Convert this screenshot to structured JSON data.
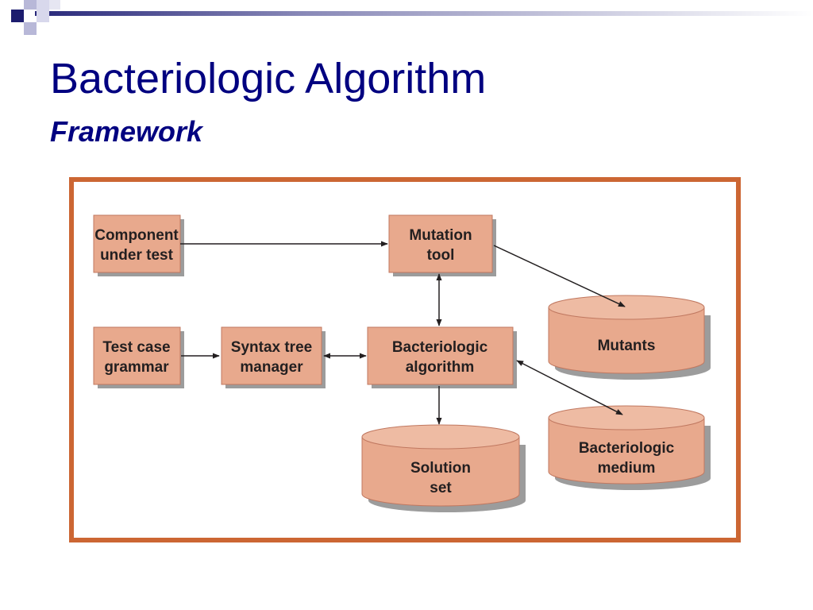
{
  "slide": {
    "title": "Bacteriologic Algorithm",
    "subtitle": "Framework"
  },
  "diagram": {
    "nodes": {
      "component_under_test": [
        "Component",
        "under test"
      ],
      "mutation_tool": [
        "Mutation",
        "tool"
      ],
      "mutants": [
        "Mutants"
      ],
      "test_case_grammar": [
        "Test case",
        "grammar"
      ],
      "syntax_tree_manager": [
        "Syntax tree",
        "manager"
      ],
      "bacteriologic_algorithm": [
        "Bacteriologic",
        "algorithm"
      ],
      "solution_set": [
        "Solution",
        "set"
      ],
      "bacteriologic_medium": [
        "Bacteriologic",
        "medium"
      ]
    },
    "colors": {
      "box_fill": "#e8a98d",
      "box_border": "#c07860",
      "shadow": "#9c9c9c",
      "frame": "#cc6633",
      "arrow": "#231f20",
      "title": "#000080"
    }
  }
}
